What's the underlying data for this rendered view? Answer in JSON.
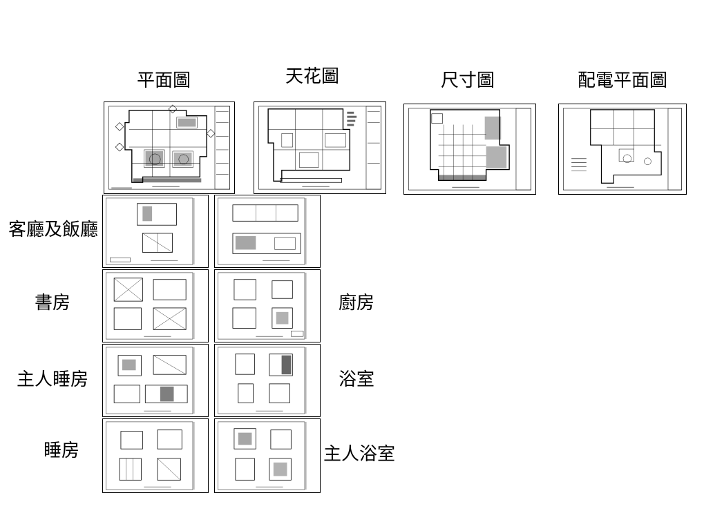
{
  "top_labels": {
    "plan": "平面圖",
    "ceiling": "天花圖",
    "dimension": "尺寸圖",
    "electrical": "配電平面圖"
  },
  "room_labels": {
    "living_dining": "客廳及飯廳",
    "study": "書房",
    "master_bedroom": "主人睡房",
    "bedroom": "睡房",
    "kitchen": "廚房",
    "bathroom": "浴室",
    "master_bathroom": "主人浴室"
  }
}
